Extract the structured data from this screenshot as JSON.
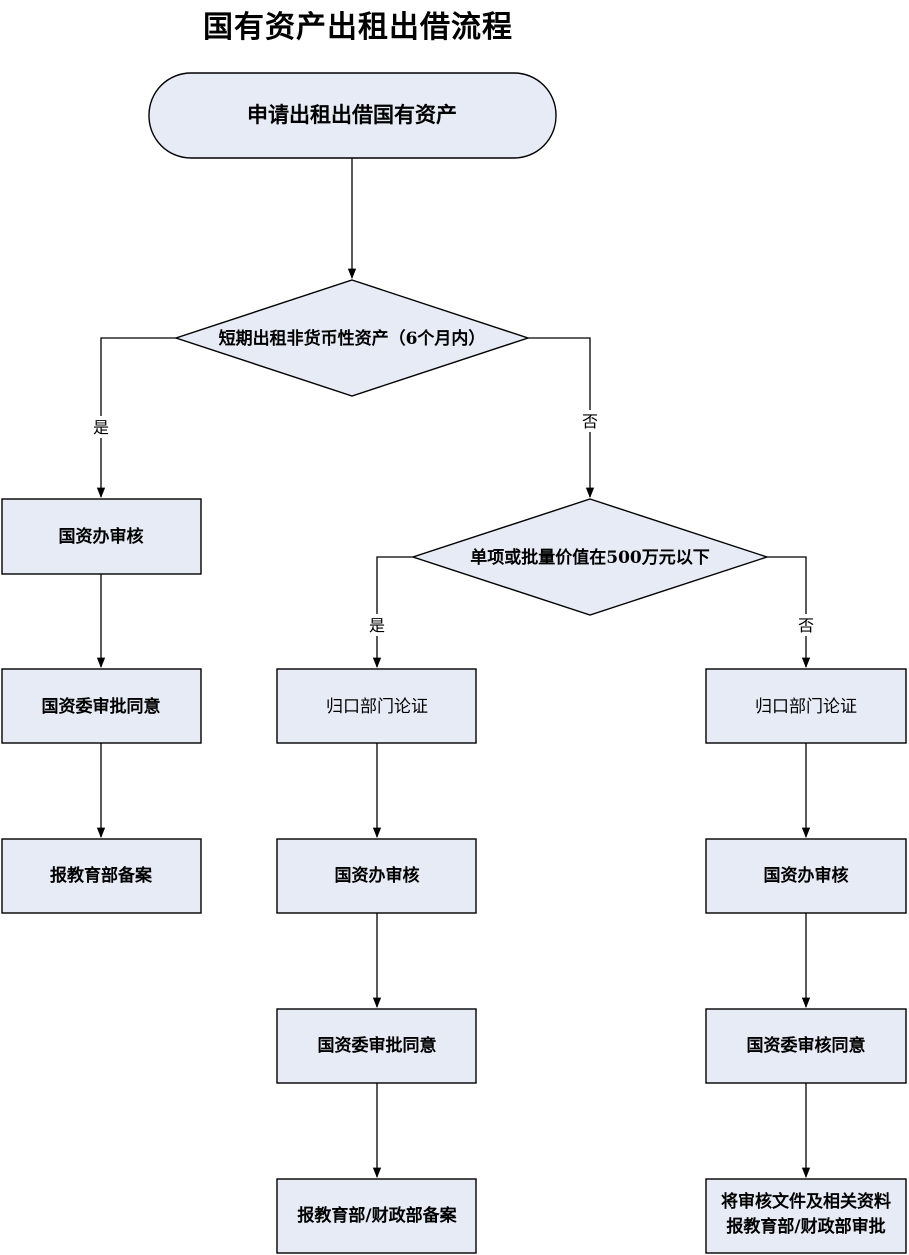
{
  "title": "国有资产出租出借流程",
  "start": "申请出租出借国有资产",
  "decision1": "短期出租非货币性资产（6个月内）",
  "decision2": "单项或批量价值在500万元以下",
  "yes_label": "是",
  "no_label": "否",
  "left_branch": [
    "国资办审核",
    "国资委审批同意",
    "报教育部备案"
  ],
  "middle_branch": [
    "归口部门论证",
    "国资办审核",
    "国资委审批同意",
    "报教育部/财政部备案"
  ],
  "right_branch": [
    "归口部门论证",
    "国资办审核",
    "国资委审核同意",
    "将审核文件及相关资料",
    "报教育部/财政部审批"
  ]
}
